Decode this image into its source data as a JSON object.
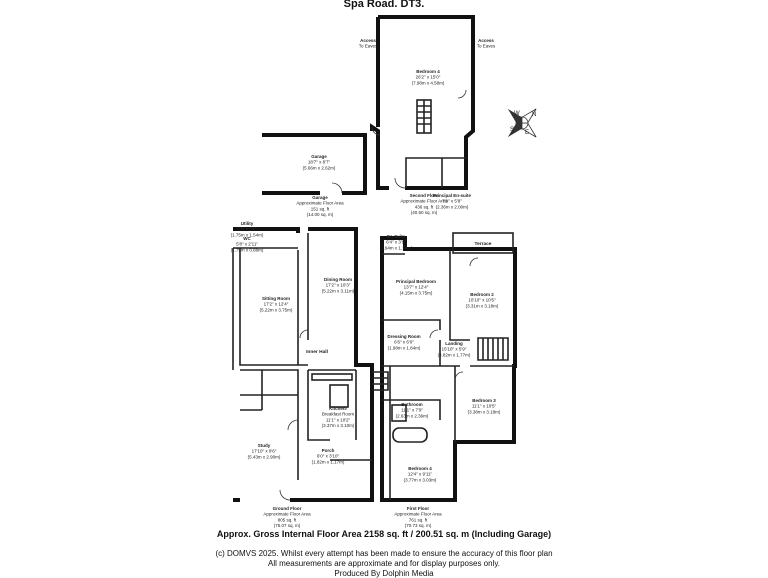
{
  "title": "Spa Road. DT3.",
  "second_floor": {
    "access_left": [
      "Access",
      "To Eaves"
    ],
    "access_right": [
      "Access",
      "To Eaves"
    ],
    "bedroom4": [
      "Bedroom 4",
      "26'2\" x 15'0\"",
      "(7.98m x 4.58m)"
    ],
    "area": [
      "Second Floor",
      "Approximate Floor Area",
      "436 sq. ft",
      "(40.50 sq. m)"
    ],
    "ensuite": [
      "Principal En-suite",
      "7'9\" x 5'8\"",
      "(2.36m x 2.00m)"
    ]
  },
  "garage": {
    "room": [
      "Garage",
      "18'7\" x 8'7\"",
      "(5.66m x 2.62m)"
    ],
    "area": [
      "Garage",
      "Approximate Floor Area",
      "151 sq. ft",
      "(14.00 sq. m)"
    ]
  },
  "ground_floor": {
    "utility": [
      "Utility",
      "5'8\" x 5'0\"",
      "(1.75m x 1.54m)"
    ],
    "wc": [
      "WC",
      "5'8\" x 2'11\"",
      "(1.75m x 0.88m)"
    ],
    "sitting": [
      "Sitting Room",
      "17'2\" x 12'4\"",
      "(5.22m x 3.75m)"
    ],
    "dining": [
      "Dining Room",
      "17'2\" x 10'3\"",
      "(5.22m x 3.11m)"
    ],
    "inner_hall": "Inner Hall",
    "kitchen": [
      "Kitchen/",
      "Breakfast Room",
      "11'1\" x 10'2\"",
      "(3.37m x 3.10m)"
    ],
    "study": [
      "Study",
      "17'10\" x 9'6\"",
      "(5.43m x 2.90m)"
    ],
    "porch": [
      "Porch",
      "6'0\" x 3'10\"",
      "(1.82m x 1.17m)"
    ],
    "area": [
      "Ground Floor",
      "Approximate Floor Area",
      "805 sq. ft",
      "(75.07 sq. m)"
    ]
  },
  "first_floor": {
    "en_suite": [
      "En-Suite",
      "6'4\" x 3'9\"",
      "(1.94m x 1.14m)"
    ],
    "terrace": "Terrace",
    "principal": [
      "Principal Bedroom",
      "13'7\" x 12'4\"",
      "(4.15m x 3.75m)"
    ],
    "bedroom2": [
      "Bedroom 2",
      "10'10\" x 10'5\"",
      "(3.31m x 3.18m)"
    ],
    "dressing": [
      "Dressing Room",
      "6'6\" x 6'0\"",
      "(1.98m x 1.84m)"
    ],
    "landing": [
      "Landing",
      "15'10\" x 5'9\"",
      "(4.82m x 1.77m)"
    ],
    "bathroom": [
      "Bathroom",
      "11'1\" x 7'9\"",
      "(2.63m x 2.36m)"
    ],
    "bedroom3": [
      "Bedroom 3",
      "11'1\" x 10'5\"",
      "(3.38m x 3.18m)"
    ],
    "bedroom4": [
      "Bedroom 4",
      "12'4\" x 9'11\"",
      "(3.77m x 3.03m)"
    ],
    "area": [
      "First Floor",
      "Approximate Floor Area",
      "761 sq. ft",
      "(70.73 sq. m)"
    ]
  },
  "compass": {
    "n": "N",
    "s": "S",
    "e": "E",
    "w": "W"
  },
  "gross_area": "Approx. Gross Internal Floor Area 2158 sq. ft / 200.51 sq. m (Including Garage)",
  "footer": [
    "(c) DOMVS 2025. Whilst every attempt has been made to ensure the accuracy of this floor plan",
    "All measurements are approximate and for display purposes only.",
    "Produced By Dolphin Media"
  ]
}
